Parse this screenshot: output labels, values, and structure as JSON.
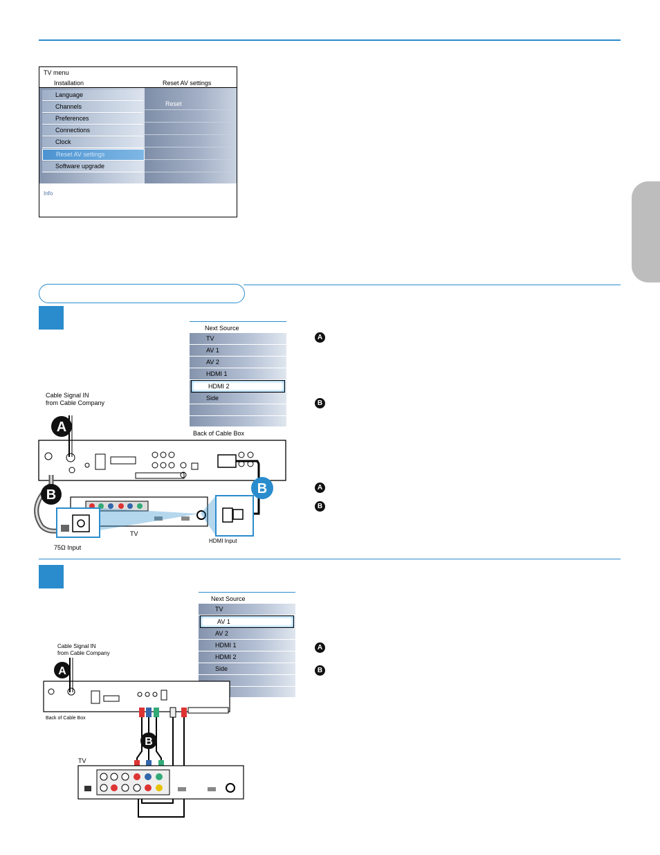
{
  "tv_menu": {
    "title": "TV menu",
    "col_left": "Installation",
    "col_right": "Reset AV settings",
    "items": [
      "Language",
      "Channels",
      "Preferences",
      "Connections",
      "Clock",
      "Reset AV settings",
      "Software upgrade"
    ],
    "selected": "Reset AV settings",
    "right_items": [
      "Reset"
    ],
    "info": "Info"
  },
  "section1": {
    "menu": {
      "header": "Next Source",
      "items": [
        "TV",
        "AV 1",
        "AV 2",
        "HDMI 1",
        "HDMI 2",
        "Side"
      ],
      "selected": "HDMI 2"
    },
    "cable_label_line1": "Cable Signal IN",
    "cable_label_line2": "from Cable Company",
    "back_label": "Back of Cable Box",
    "tv_label": "TV",
    "input_label": "75Ω Input",
    "hdmi_label": "HDMI Input",
    "bullets": [
      "A",
      "B",
      "A",
      "B"
    ]
  },
  "section2": {
    "menu": {
      "header": "Next Source",
      "items": [
        "TV",
        "AV 1",
        "AV 2",
        "HDMI 1",
        "HDMI 2",
        "Side"
      ],
      "selected": "AV 1"
    },
    "cable_label_line1": "Cable Signal IN",
    "cable_label_line2": "from Cable Company",
    "back_label": "Back of Cable Box",
    "tv_label": "TV",
    "bullets": [
      "A",
      "B"
    ]
  },
  "diagram_letters": {
    "a": "A",
    "b": "B"
  }
}
